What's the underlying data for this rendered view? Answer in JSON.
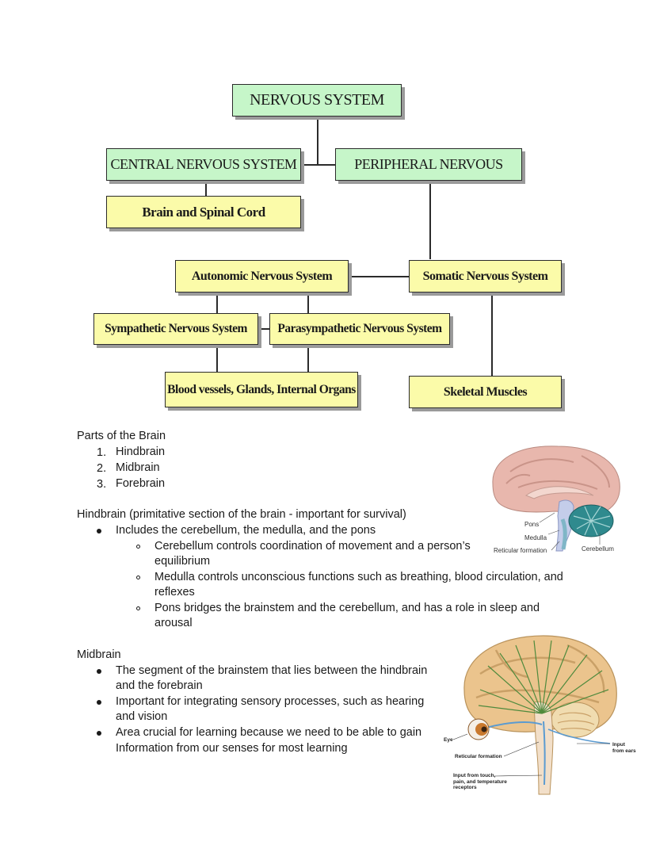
{
  "diagram": {
    "root": "NERVOUS SYSTEM",
    "cns": "CENTRAL NERVOUS SYSTEM",
    "pns": "PERIPHERAL NERVOUS",
    "brain_spinal": "Brain and Spinal Cord",
    "autonomic": "Autonomic Nervous System",
    "somatic": "Somatic Nervous System",
    "sympathetic": "Sympathetic Nervous System",
    "parasympathetic": "Parasympathetic Nervous System",
    "organs": "Blood vessels, Glands, Internal Organs",
    "skeletal": "Skeletal Muscles",
    "colors": {
      "green": "#c6f6c9",
      "yellow": "#fbfba9"
    }
  },
  "parts": {
    "heading": "Parts of the Brain",
    "items": [
      {
        "num": "1.",
        "text": "Hindbrain"
      },
      {
        "num": "2.",
        "text": "Midbrain"
      },
      {
        "num": "3.",
        "text": "Forebrain"
      }
    ]
  },
  "hindbrain": {
    "heading": "Hindbrain (primitative section of the brain - important for survival)",
    "bullet": "Includes the cerebellum, the medulla, and the pons",
    "sub": [
      {
        "line1": "Cerebellum controls coordination of movement and a person’s",
        "line2": "equilibrium"
      },
      {
        "line1": "Medulla controls unconscious functions such as breathing, blood circulation, and",
        "line2": "reflexes"
      },
      {
        "line1": "Pons bridges the brainstem and the cerebellum, and has a role in sleep and",
        "line2": "arousal"
      }
    ]
  },
  "midbrain": {
    "heading": "Midbrain",
    "bullets": [
      {
        "line1": "The segment of the brainstem that lies between the hindbrain",
        "line2": "and the forebrain"
      },
      {
        "line1": "Important for integrating sensory processes, such as hearing",
        "line2": "and vision"
      },
      {
        "line1": "Area crucial for learning because we need to be able to gain",
        "line2": "Information from our senses for most learning"
      }
    ]
  },
  "figure1": {
    "pons": "Pons",
    "medulla": "Medulla",
    "reticular": "Reticular formation",
    "cerebellum": "Cerebellum"
  },
  "figure2": {
    "eye": "Eye",
    "reticular": "Reticular formation",
    "input_touch_1": "Input from touch,",
    "input_touch_2": "pain, and temperature",
    "input_touch_3": "receptors",
    "input_ears_1": "Input",
    "input_ears_2": "from ears"
  }
}
